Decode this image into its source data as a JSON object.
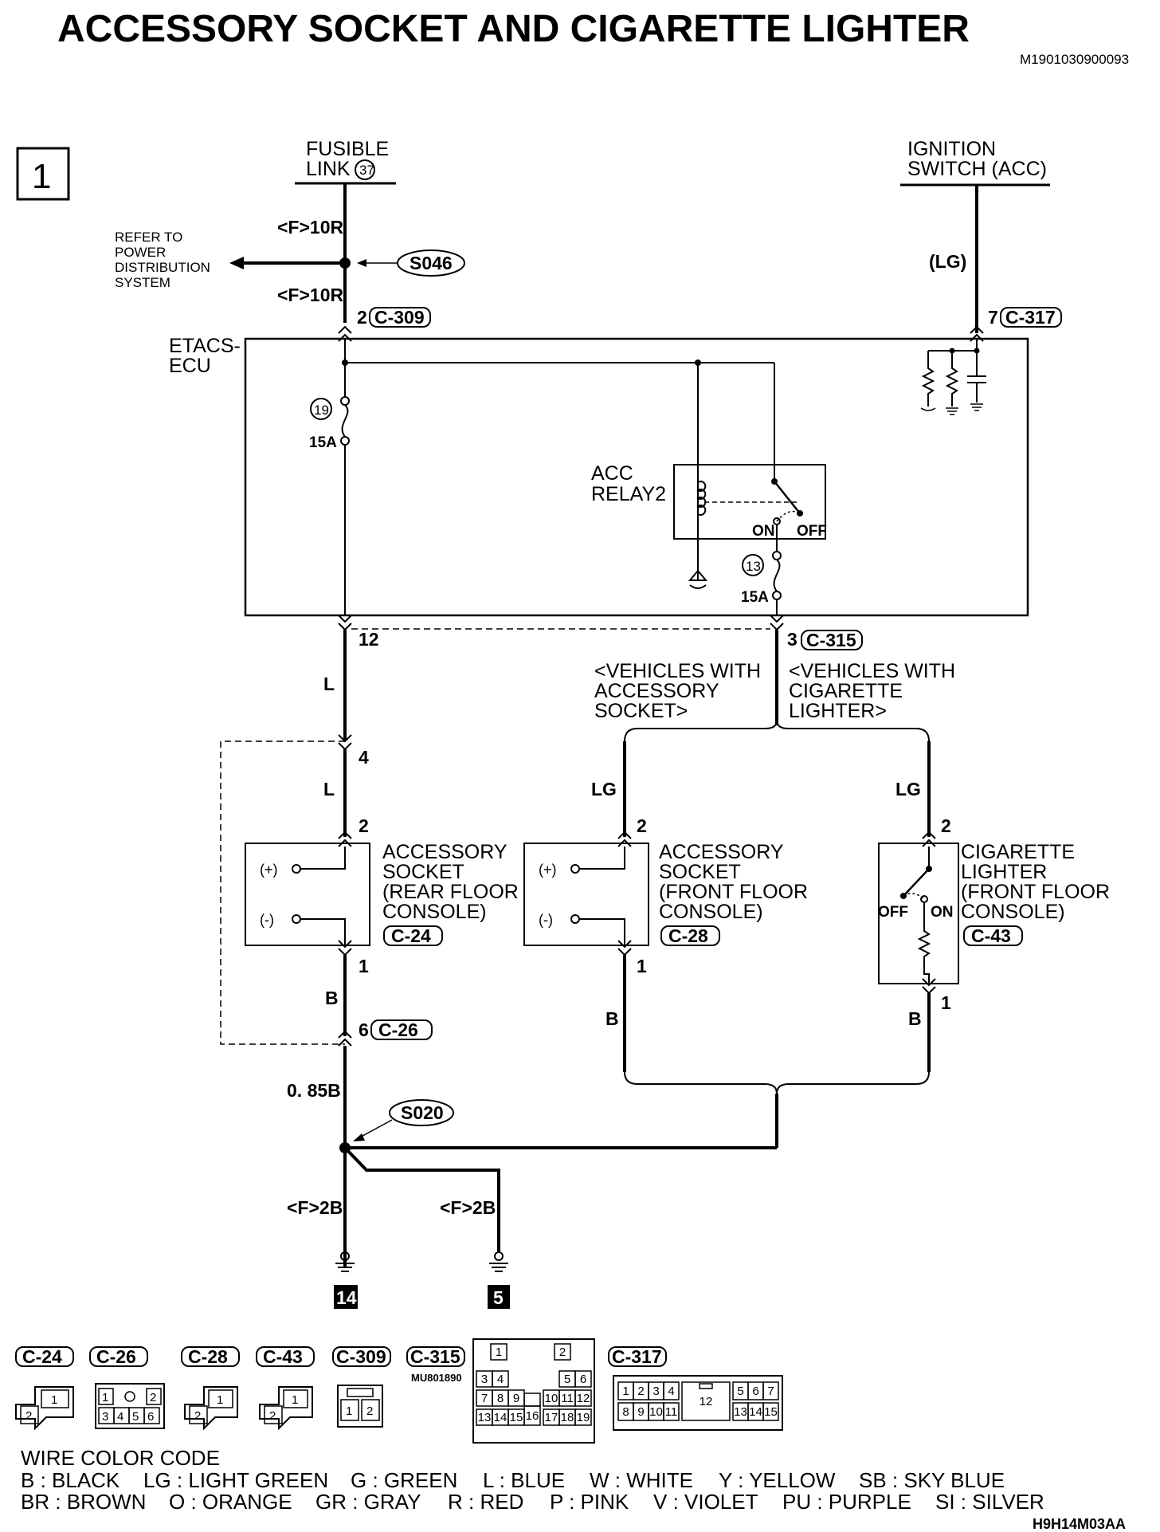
{
  "title": "ACCESSORY SOCKET AND CIGARETTE LIGHTER",
  "doc_code": "M1901030900093",
  "page_marker": "1",
  "sources": {
    "fusible_link_line1": "FUSIBLE",
    "fusible_link_line2": "LINK",
    "fusible_link_number": "37",
    "ignition_line1": "IGNITION",
    "ignition_line2": "SWITCH (ACC)"
  },
  "refer": [
    "REFER TO",
    "POWER",
    "DISTRIBUTION",
    "SYSTEM"
  ],
  "splices": {
    "top": "S046",
    "bottom": "S020"
  },
  "wires": {
    "f10r": "<F>10R",
    "lg": "(LG)",
    "L": "L",
    "LG": "LG",
    "B": "B",
    "b085": "0. 85B",
    "f2b": "<F>2B"
  },
  "pins": {
    "p2": "2",
    "p7": "7",
    "p12": "12",
    "p3": "3",
    "p4": "4",
    "p1": "1",
    "p6": "6"
  },
  "connectors": {
    "c309": "C-309",
    "c317": "C-317",
    "c315": "C-315",
    "c24": "C-24",
    "c28": "C-28",
    "c43": "C-43",
    "c26": "C-26"
  },
  "etacs": {
    "line1": "ETACS-",
    "line2": "ECU"
  },
  "fuses": {
    "f19": "19",
    "f19_amp": "15A",
    "f13": "13",
    "f13_amp": "15A"
  },
  "relay": {
    "line1": "ACC",
    "line2": "RELAY2",
    "on": "ON",
    "off": "OFF"
  },
  "variants": {
    "acc": [
      "<VEHICLES WITH",
      "ACCESSORY",
      "SOCKET>"
    ],
    "cig": [
      "<VEHICLES WITH",
      "CIGARETTE",
      "LIGHTER>"
    ]
  },
  "components": {
    "rear_socket": [
      "ACCESSORY",
      "SOCKET",
      "(REAR FLOOR",
      " CONSOLE)"
    ],
    "front_socket": [
      "ACCESSORY",
      "SOCKET",
      "(FRONT FLOOR",
      " CONSOLE)"
    ],
    "lighter": [
      "CIGARETTE",
      "LIGHTER",
      "(FRONT FLOOR",
      "CONSOLE)"
    ],
    "plus": "(+)",
    "minus": "(-)",
    "on": "ON",
    "off": "OFF"
  },
  "grounds": {
    "g14": "14",
    "g5": "5"
  },
  "connector_views": {
    "labels": [
      "C-24",
      "C-26",
      "C-28",
      "C-43",
      "C-309",
      "C-315",
      "C-317"
    ],
    "part_no": "MU801890",
    "c24_cells": [
      "1",
      "2"
    ],
    "c26_cells": [
      "1",
      "2",
      "3",
      "4",
      "5",
      "6"
    ],
    "c28_cells": [
      "1",
      "2"
    ],
    "c43_cells": [
      "1",
      "2"
    ],
    "c309_cells": [
      "1",
      "2"
    ],
    "c315_cells": [
      "1",
      "2",
      "3",
      "4",
      "5",
      "6",
      "7",
      "8",
      "9",
      "10",
      "11",
      "12",
      "13",
      "14",
      "15",
      "16",
      "17",
      "18",
      "19"
    ],
    "c317_cells": [
      "1",
      "2",
      "3",
      "4",
      "5",
      "6",
      "7",
      "8",
      "9",
      "10",
      "11",
      "12",
      "13",
      "14",
      "15"
    ]
  },
  "legend": {
    "heading": "WIRE COLOR CODE",
    "row1": [
      "B : BLACK",
      "LG : LIGHT GREEN",
      "G : GREEN",
      "L : BLUE",
      "W : WHITE",
      "Y : YELLOW",
      "SB : SKY BLUE"
    ],
    "row2": [
      "BR : BROWN",
      "O : ORANGE",
      "GR : GRAY",
      "R : RED",
      "P : PINK",
      "V : VIOLET",
      "PU : PURPLE",
      "SI : SILVER"
    ]
  },
  "figure_code": "H9H14M03AA"
}
